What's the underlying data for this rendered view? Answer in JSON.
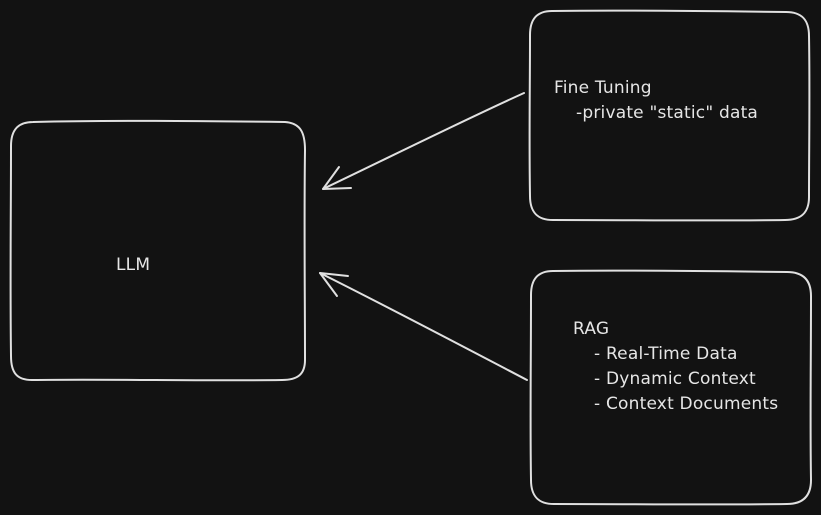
{
  "diagram": {
    "llm_box": {
      "label": "LLM"
    },
    "fine_tuning_box": {
      "title": "Fine Tuning",
      "lines": [
        "-private \"static\" data"
      ]
    },
    "rag_box": {
      "title": "RAG",
      "lines": [
        "- Real-Time Data",
        "- Dynamic Context",
        "- Context Documents"
      ]
    }
  },
  "colors": {
    "background": "#121212",
    "stroke": "#e0e0e0",
    "text": "#e6e6e6"
  }
}
